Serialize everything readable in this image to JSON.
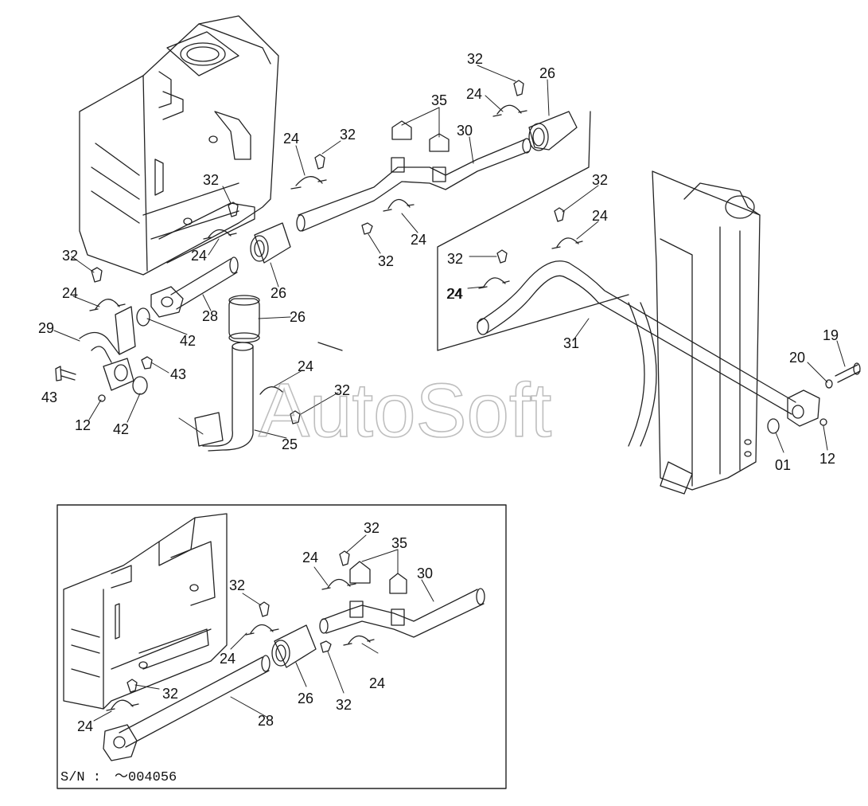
{
  "watermark": "AutoSoft",
  "serial_note": "S/N :　～004056",
  "callouts": {
    "upper": [
      "32",
      "24",
      "26",
      "35",
      "30",
      "24",
      "32",
      "32",
      "24",
      "24",
      "32",
      "24",
      "26",
      "32",
      "24",
      "28",
      "26",
      "42",
      "29",
      "43",
      "43",
      "12",
      "42",
      "24",
      "32",
      "25",
      "32",
      "24",
      "32",
      "24",
      "31",
      "19",
      "20",
      "01",
      "12"
    ],
    "lower": [
      "32",
      "35",
      "24",
      "30",
      "32",
      "24",
      "32",
      "24",
      "26",
      "32",
      "24",
      "28"
    ]
  }
}
